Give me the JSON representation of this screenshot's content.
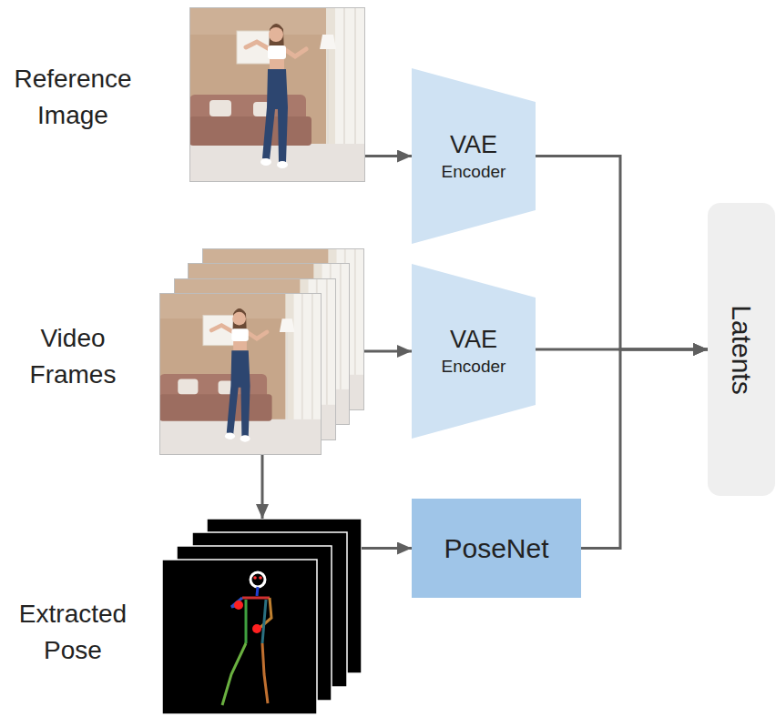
{
  "diagram": {
    "nodes": [
      {
        "text": [
          "Reference Image"
        ]
      },
      {
        "text": [
          "VAE",
          "Encoder"
        ]
      },
      {
        "text": [
          "Video Frames"
        ]
      },
      {
        "text": [
          "VAE",
          "Encoder"
        ]
      },
      {
        "text": [
          "Extracted Pose"
        ]
      },
      {
        "text": [
          "PoseNet"
        ]
      },
      {
        "text": [
          "Latents"
        ]
      }
    ],
    "edges": [
      {
        "from": 0,
        "to": 1,
        "arrow": "to"
      },
      {
        "from": 2,
        "to": 3,
        "arrow": "to"
      },
      {
        "from": 2,
        "to": 4,
        "arrow": "to"
      },
      {
        "from": 4,
        "to": 5,
        "arrow": "to"
      },
      {
        "from": 1,
        "to": 6,
        "arrow": "to"
      },
      {
        "from": 3,
        "to": 6,
        "arrow": "to"
      },
      {
        "from": 5,
        "to": 6,
        "arrow": "to"
      }
    ]
  }
}
